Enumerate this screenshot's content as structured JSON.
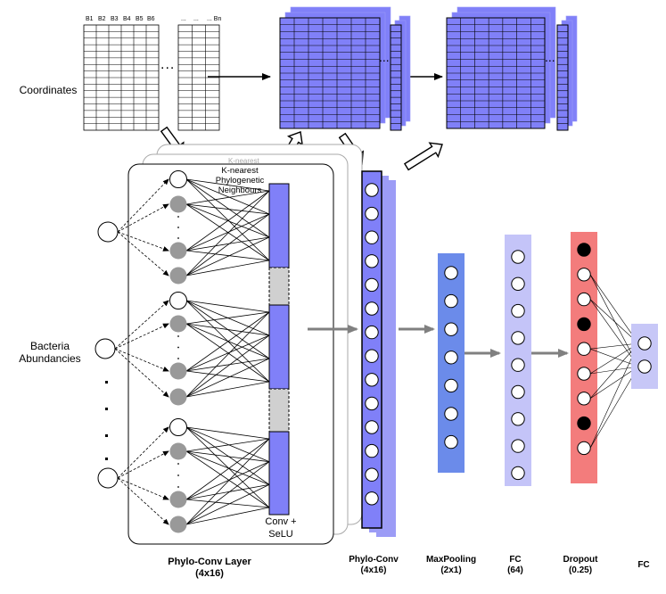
{
  "labels": {
    "coordinates": "Coordinates",
    "bacteria_line1": "Bacteria",
    "bacteria_line2": "Abundancies",
    "knn_line1": "K-nearest",
    "knn_line2": "Phylogenetic",
    "knn_line3": "Neighbours",
    "knn_ghost": "K-nearest",
    "conv_line1": "Conv +",
    "conv_line2": "SeLU"
  },
  "table_headers": [
    "B1",
    "B2",
    "B3",
    "B4",
    "B5",
    "B6",
    "...",
    "...",
    "... Bn"
  ],
  "table_rows": 16,
  "ellipsis": "...",
  "layers": [
    {
      "name": "Phylo-Conv Layer",
      "sub": "(4x16)"
    },
    {
      "name": "Phylo-Conv",
      "sub": "(4x16)"
    },
    {
      "name": "MaxPooling",
      "sub": "(2x1)"
    },
    {
      "name": "FC",
      "sub": "(64)"
    },
    {
      "name": "Dropout",
      "sub": "(0.25)"
    },
    {
      "name": "FC",
      "sub": ""
    }
  ],
  "node_counts": {
    "phylo_conv": 14,
    "maxpool": 7,
    "fc64": 9,
    "dropout": 9,
    "output": 2
  },
  "dropped_nodes": [
    0,
    3,
    7
  ],
  "colors": {
    "conv_blue": "#8080F8",
    "maxpool_blue": "#6B8BEA",
    "fc_lavender": "#C4C4F8",
    "dropout_red": "#F37C7C",
    "output_lavender": "#C7C7F7",
    "hidden_gray": "#999999",
    "arrow_gray": "#808080"
  }
}
